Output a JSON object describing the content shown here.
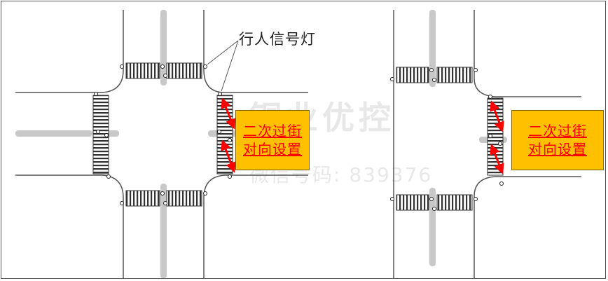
{
  "callout": {
    "text": "行人信号灯"
  },
  "left_label": {
    "line1": "二次过街",
    "line2": "对向设置"
  },
  "right_label": {
    "line1": "二次过街",
    "line2": "对向设置"
  },
  "watermark": {
    "brand": "铜业优控",
    "code": "微信号码: 839376"
  },
  "colors": {
    "label_fill": "#ffc000",
    "label_text": "#ff0000",
    "arrow": "#ff0000",
    "median": "#c8c8c8",
    "road_line": "#555555"
  }
}
